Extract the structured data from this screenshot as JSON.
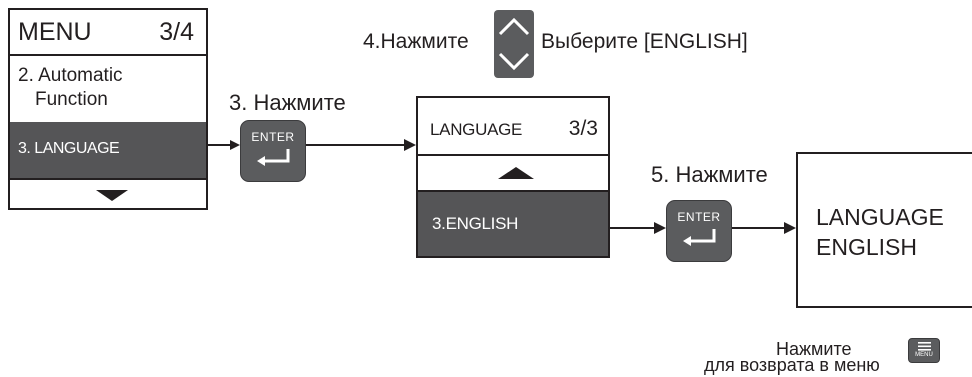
{
  "screen_menu": {
    "title": "MENU",
    "page": "3/4",
    "item2_line1": "2. Automatic",
    "item2_line2": "Function",
    "item3": "3. LANGUAGE"
  },
  "step3": "3. Нажмите",
  "step4_prefix": "4.Нажмите",
  "step4_suffix": "Выберите [ENGLISH]",
  "screen_language": {
    "title": "LANGUAGE",
    "page": "3/3",
    "selected": "3.ENGLISH"
  },
  "step5": "5. Нажмите",
  "screen_result": {
    "line1": "LANGUAGE",
    "line2": "ENGLISH"
  },
  "enter_label": "ENTER",
  "menu_label": "MENU",
  "return_press": "Нажмите",
  "return_text": "для возврата в меню",
  "icons": [
    "enter-icon",
    "up-down-icon",
    "menu-icon",
    "triangle-down-icon",
    "triangle-up-icon",
    "arrow-right-icon"
  ],
  "colors": {
    "highlight": "#555557",
    "button": "#5b5c5e",
    "line": "#231f20"
  }
}
